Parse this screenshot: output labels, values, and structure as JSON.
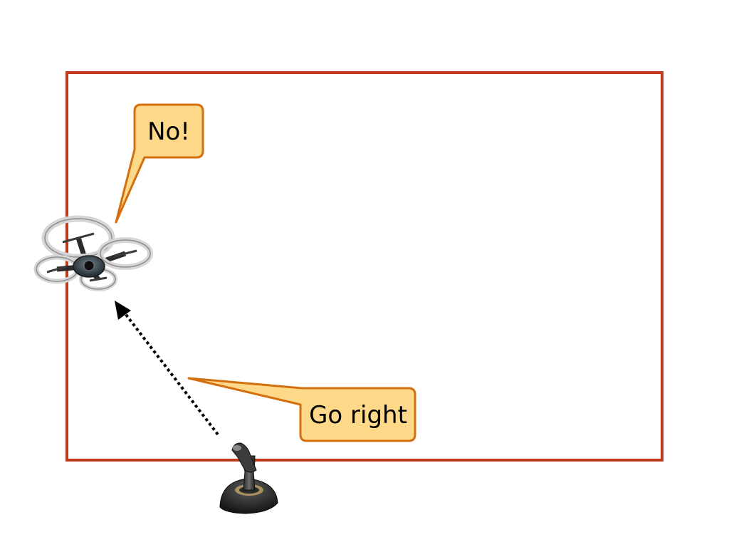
{
  "slide": {
    "callouts": {
      "drone_reply": "No!",
      "command": "Go right"
    },
    "objects": {
      "drone": "quadcopter-drone",
      "controller": "joystick-controller"
    },
    "colors": {
      "boundary": "#c0391b",
      "callout_fill": "#ffd98a",
      "callout_stroke": "#d46f0e",
      "arrow": "#000000"
    }
  }
}
